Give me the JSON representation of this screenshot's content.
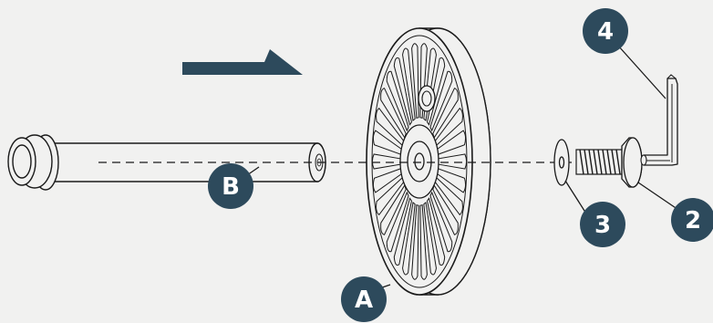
{
  "labels": {
    "wheel": "A",
    "axle": "B",
    "screw": "2",
    "washer": "3",
    "hex_key": "4"
  },
  "colors": {
    "background": "#f1f1f0",
    "line": "#1a1a1a",
    "badge": "#2d4a5c",
    "arrow": "#2d4a5c",
    "badge_text": "#ffffff"
  },
  "arrow": {
    "direction": "right"
  }
}
